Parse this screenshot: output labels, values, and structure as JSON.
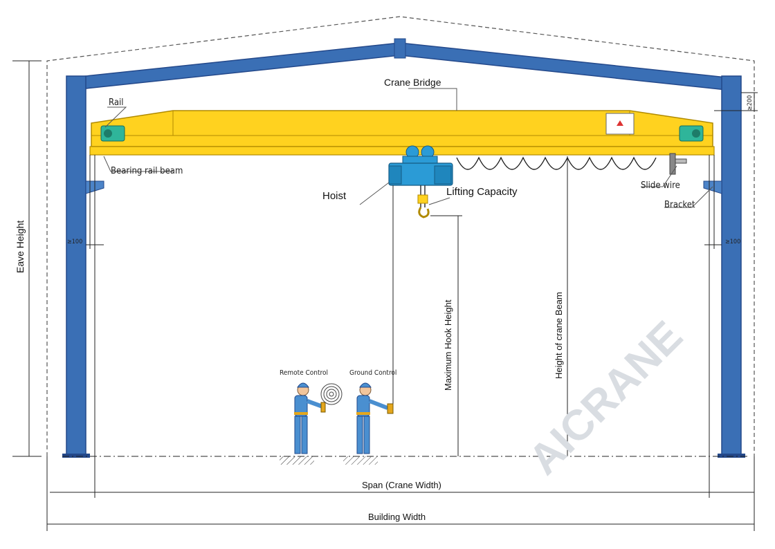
{
  "labels": {
    "crane_bridge": "Crane Bridge",
    "rail": "Rail",
    "bearing_rail_beam": "Bearing rail beam",
    "hoist": "Hoist",
    "lifting_capacity": "Lifting Capacity",
    "slide_wire": "Slide wire",
    "bracket": "Bracket",
    "eave_height": "Eave Height",
    "maximum_hook_height": "Maximum Hook Height",
    "height_of_crane_beam": "Height of crane Beam",
    "remote_control": "Remote Control",
    "ground_control": "Ground Control",
    "span": "Span (Crane Width)",
    "building_width": "Building Width",
    "clearance_top": "≥200",
    "clearance_left": "≥100",
    "clearance_right": "≥100",
    "watermark": "AICRANE"
  },
  "colors": {
    "column_blue": "#3a6fb5",
    "column_dark": "#23488a",
    "bridge_yellow": "#ffd21f",
    "bridge_edge": "#b08a00",
    "hoist_blue": "#2b9bd6",
    "worker_blue": "#4a8fd0",
    "line": "#222222"
  }
}
